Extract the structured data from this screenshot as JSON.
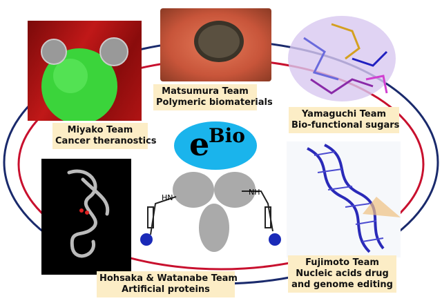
{
  "center_logo": {
    "main": "e",
    "superscript": "Bio"
  },
  "teams": [
    {
      "name": "Miyako Team",
      "topic": "Cancer theranostics"
    },
    {
      "name": "Matsumura Team",
      "topic": "Polymeric biomaterials"
    },
    {
      "name": "Yamaguchi Team",
      "topic": "Bio-functional sugars"
    },
    {
      "name": "Hohsaka & Watanabe Team",
      "topic": "Artificial proteins"
    },
    {
      "name": "Fujimoto Team",
      "topic": "Nucleic acids drug",
      "topic2": "and genome editing"
    }
  ],
  "antibody_labels": {
    "left": "HN",
    "right": "NH"
  },
  "colors": {
    "outer_ring": "#1a2a6c",
    "inner_ring": "#c8102e",
    "logo_bg": "#1ab4ec",
    "label_bg": "#fcedc6"
  }
}
